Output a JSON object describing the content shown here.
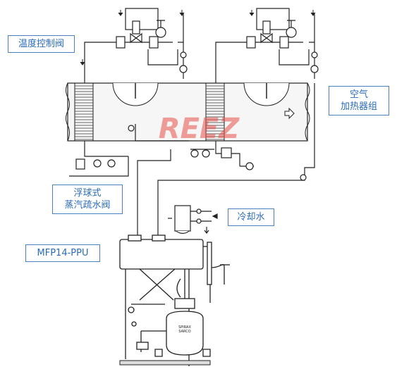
{
  "labels": {
    "temp_valve": "温度控制阀",
    "air_heater_line1": "空气",
    "air_heater_line2": "加热器组",
    "float_trap_line1": "浮球式",
    "float_trap_line2": "蒸汽疏水阀",
    "cooling_water": "冷却水",
    "pump_model": "MFP14-PPU",
    "watermark": "REEZ",
    "tank_brand_line1": "SPIRAX",
    "tank_brand_line2": "SARCO"
  },
  "colors": {
    "line": "#222222",
    "label_text": "#2b6cb8",
    "label_border": "#4a7fc0",
    "watermark": "#e8504a",
    "duct_fill": "#f4f4f4"
  }
}
